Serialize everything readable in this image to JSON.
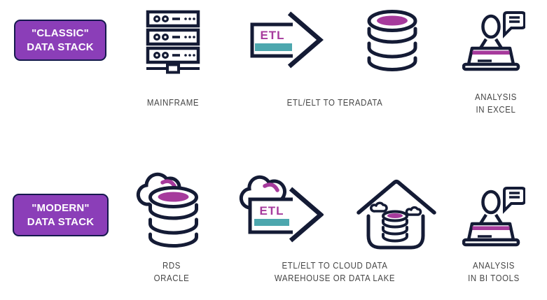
{
  "colors": {
    "background": "#ffffff",
    "icon_stroke_navy": "#141b35",
    "badge_purple": "#8b3eb8",
    "badge_border_navy": "#15194d",
    "badge_text": "#ffffff",
    "accent_magenta": "#a63a9c",
    "accent_teal": "#4da7ae",
    "label_gray": "#444444"
  },
  "rows": [
    {
      "badge": {
        "line1": "\"CLASSIC\"",
        "line2": "DATA STACK"
      },
      "etl_label": "ETL",
      "steps": {
        "source": {
          "icon": "mainframe-icon",
          "lines": [
            "MAINFRAME",
            ""
          ]
        },
        "transform": {
          "icon": "etl-arrow-icon",
          "lines": [
            "ETL/ELT TO TERADATA",
            ""
          ]
        },
        "target": {
          "icon": "database-icon"
        },
        "analysis": {
          "icon": "analyst-laptop-icon",
          "lines": [
            "ANALYSIS",
            "IN EXCEL"
          ]
        }
      }
    },
    {
      "badge": {
        "line1": "\"MODERN\"",
        "line2": "DATA STACK"
      },
      "etl_label": "ETL",
      "steps": {
        "source": {
          "icon": "cloud-database-icon",
          "lines": [
            "RDS",
            "ORACLE"
          ]
        },
        "transform": {
          "icon": "cloud-etl-arrow-icon",
          "lines": [
            "ETL/ELT TO CLOUD DATA",
            "WAREHOUSE OR DATA LAKE"
          ]
        },
        "target": {
          "icon": "data-warehouse-house-icon"
        },
        "analysis": {
          "icon": "analyst-laptop-icon",
          "lines": [
            "ANALYSIS",
            "IN BI TOOLS"
          ]
        }
      }
    }
  ]
}
